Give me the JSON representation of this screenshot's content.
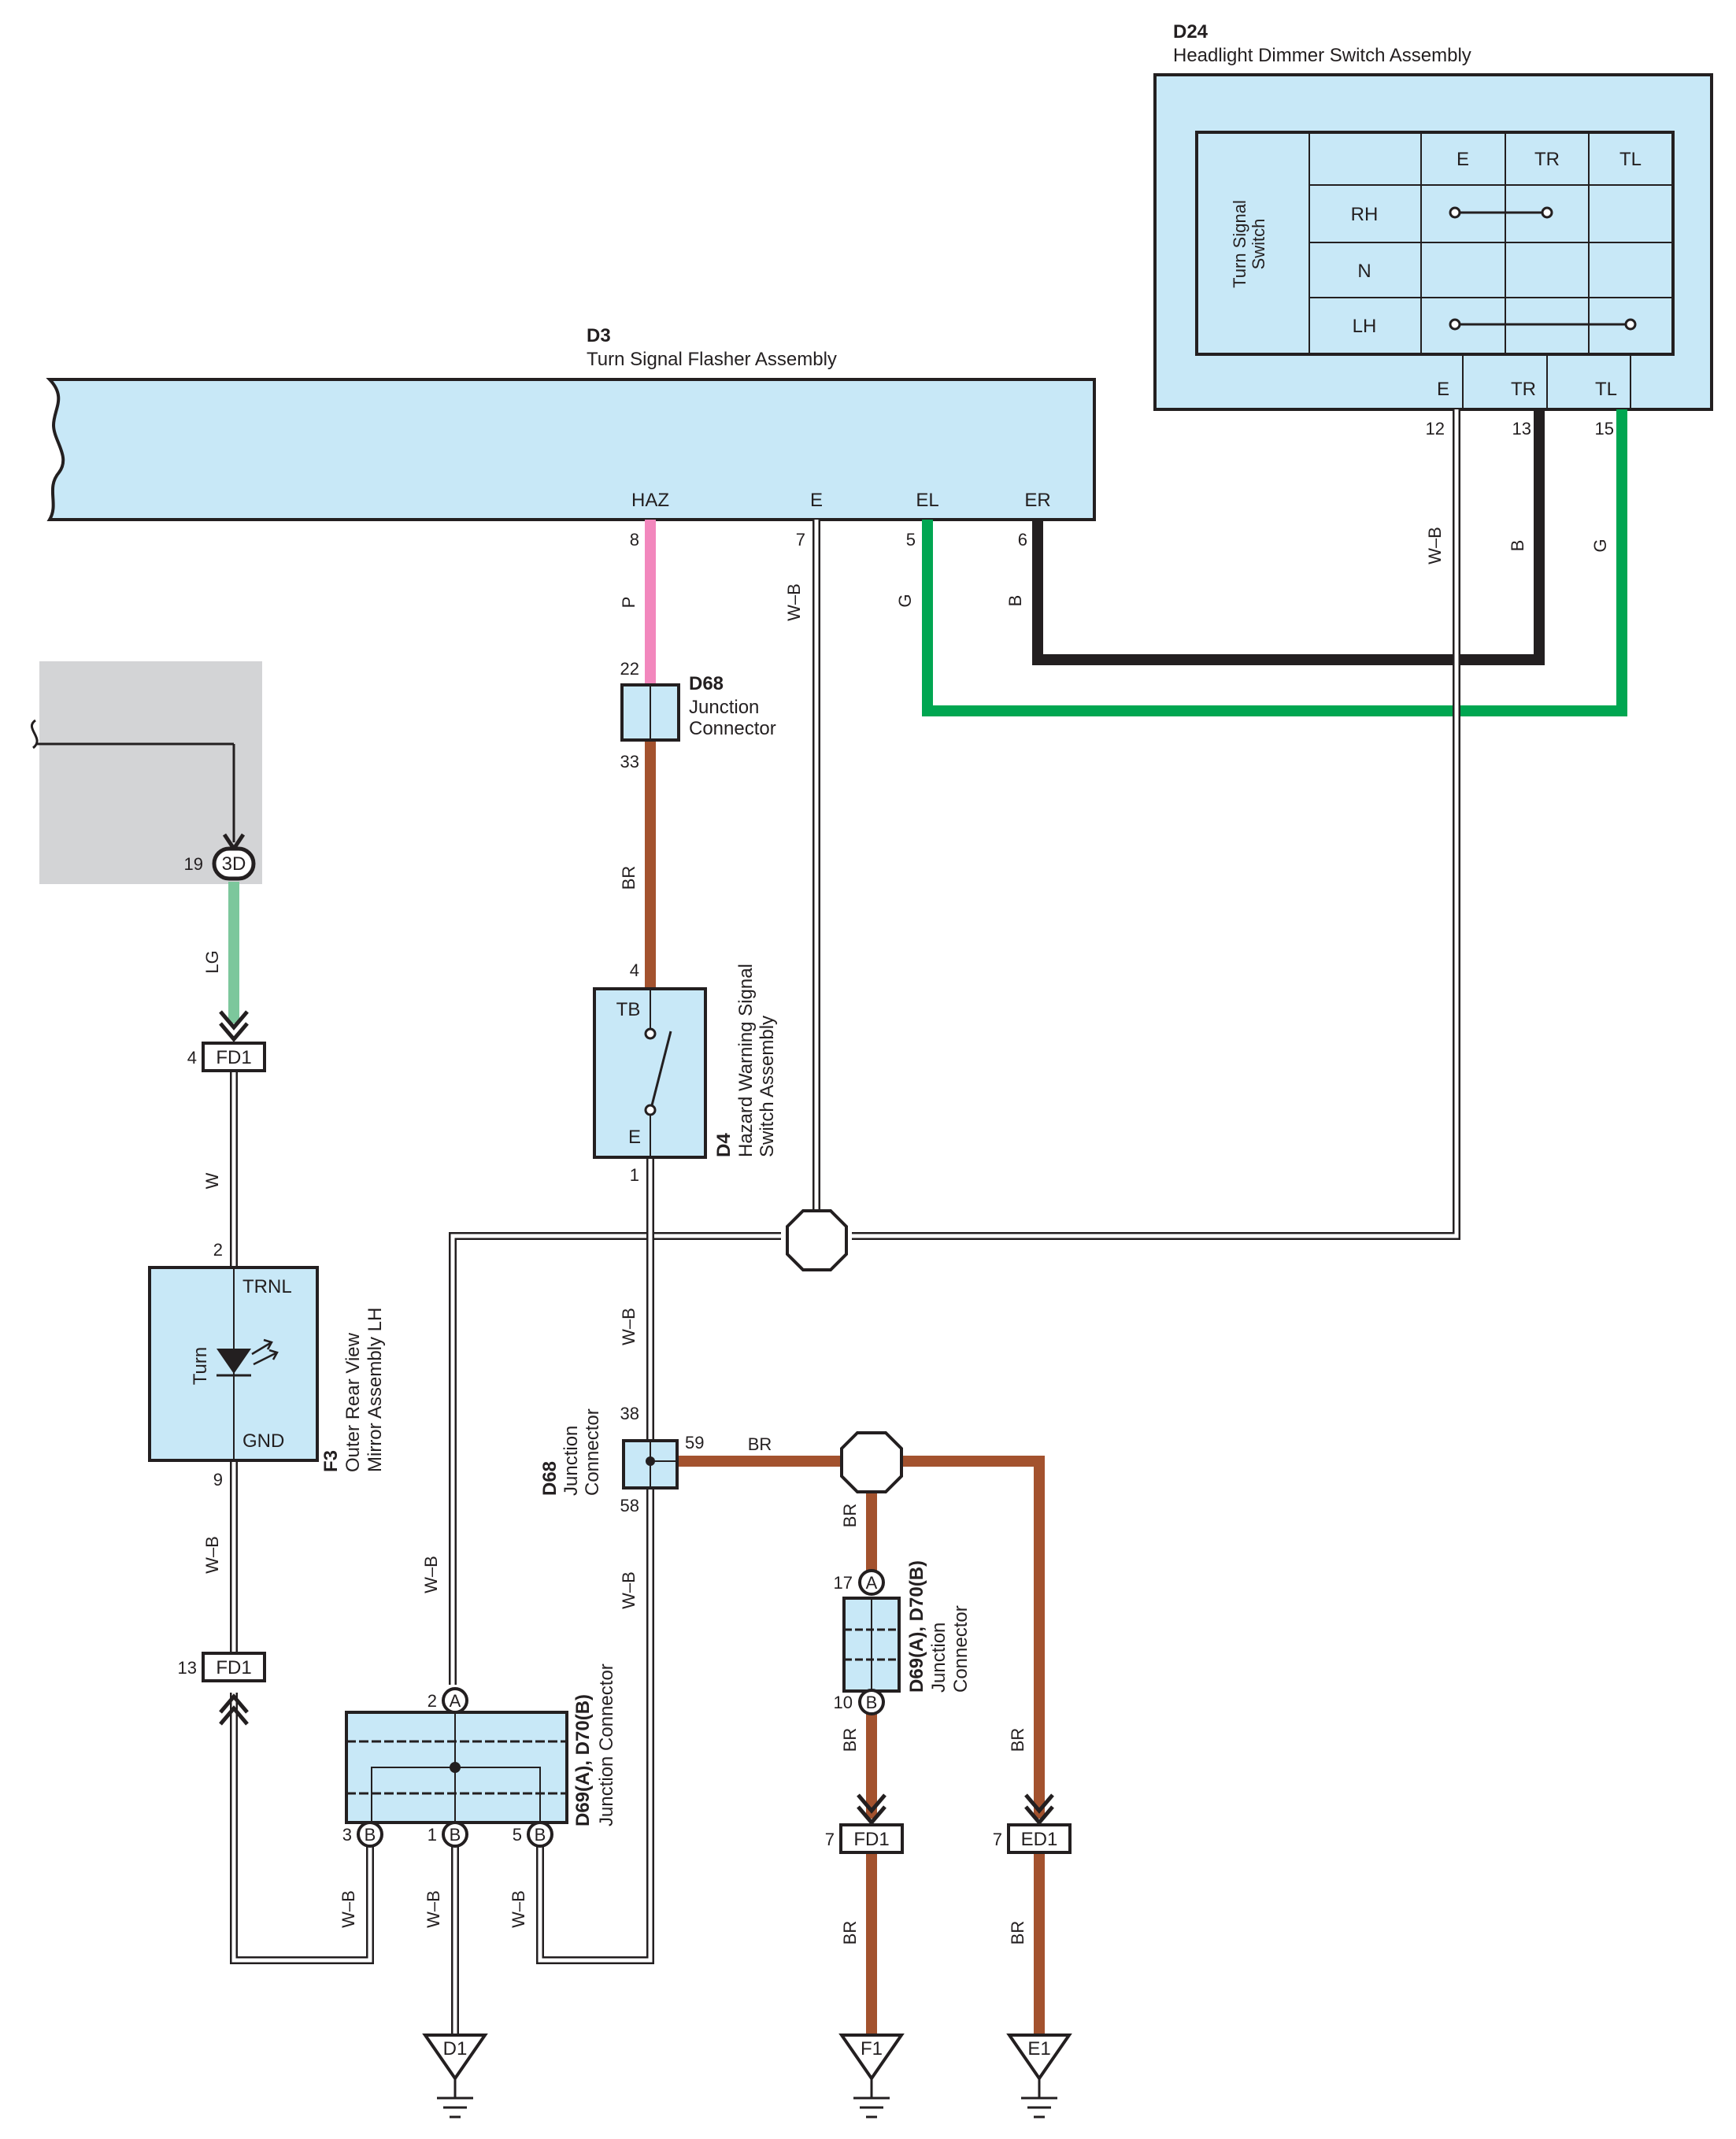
{
  "colors": {
    "component_fill": "#c8e8f7",
    "wire_pink": "#f287bd",
    "wire_brown": "#a3522e",
    "wire_green": "#00a651",
    "wire_light_green": "#7cc79c",
    "wire_black": "#231f20",
    "shaded_area": "#d3d4d6"
  },
  "components": {
    "d24": {
      "code": "D24",
      "name": "Headlight Dimmer Switch Assembly",
      "switch_label_line1": "Turn Signal",
      "switch_label_line2": "Switch",
      "columns": [
        "E",
        "TR",
        "TL"
      ],
      "rows": [
        "RH",
        "N",
        "LH"
      ],
      "terminals": [
        {
          "label": "E",
          "pin": "12",
          "wire": "W-B"
        },
        {
          "label": "TR",
          "pin": "13",
          "wire": "B"
        },
        {
          "label": "TL",
          "pin": "15",
          "wire": "G"
        }
      ]
    },
    "d3": {
      "code": "D3",
      "name": "Turn Signal Flasher Assembly",
      "terminals": [
        {
          "label": "HAZ",
          "pin": "8",
          "wire": "P"
        },
        {
          "label": "E",
          "pin": "7",
          "wire": "W-B"
        },
        {
          "label": "EL",
          "pin": "5",
          "wire": "G"
        },
        {
          "label": "ER",
          "pin": "6",
          "wire": "B"
        }
      ]
    },
    "d68_top": {
      "code": "D68",
      "name_line1": "Junction",
      "name_line2": "Connector",
      "pin_in": "22",
      "pin_out": "33"
    },
    "d4": {
      "code": "D4",
      "name_line1": "Hazard Warning Signal",
      "name_line2": "Switch Assembly",
      "terminal_top": "TB",
      "terminal_bottom": "E",
      "pin_top": "4",
      "pin_bottom": "1"
    },
    "d68_mid": {
      "code": "D68",
      "name_line1": "Junction",
      "name_line2": "Connector",
      "pin_top": "38",
      "pin_right": "59",
      "pin_bottom": "58"
    },
    "f3": {
      "code": "F3",
      "name_line1": "Outer Rear View",
      "name_line2": "Mirror Assembly LH",
      "terminal_top": "TRNL",
      "terminal_bottom": "GND",
      "inner_label": "Turn",
      "pin_top": "2",
      "pin_bottom": "9"
    },
    "d69_left": {
      "code": "D69(A), D70(B)",
      "name": "Junction Connector",
      "top_pin": {
        "num": "2",
        "letter": "A"
      },
      "bottom_pins": [
        {
          "num": "3",
          "letter": "B"
        },
        {
          "num": "1",
          "letter": "B"
        },
        {
          "num": "5",
          "letter": "B"
        }
      ]
    },
    "d69_right": {
      "code": "D69(A), D70(B)",
      "name_line1": "Junction",
      "name_line2": "Connector",
      "top_pin": {
        "num": "17",
        "letter": "A"
      },
      "bottom_pin": {
        "num": "10",
        "letter": "B"
      }
    }
  },
  "connectors": {
    "c3d": {
      "label": "3D",
      "pin": "19"
    },
    "fd1_a": {
      "label": "FD1",
      "pin": "4"
    },
    "fd1_b": {
      "label": "FD1",
      "pin": "13"
    },
    "fd1_c": {
      "label": "FD1",
      "pin": "7"
    },
    "ed1": {
      "label": "ED1",
      "pin": "7"
    }
  },
  "grounds": [
    "D1",
    "F1",
    "E1"
  ],
  "wire_labels": {
    "lg": "LG",
    "w": "W",
    "wb": "W–B",
    "br": "BR",
    "p": "P",
    "g": "G",
    "b": "B"
  }
}
